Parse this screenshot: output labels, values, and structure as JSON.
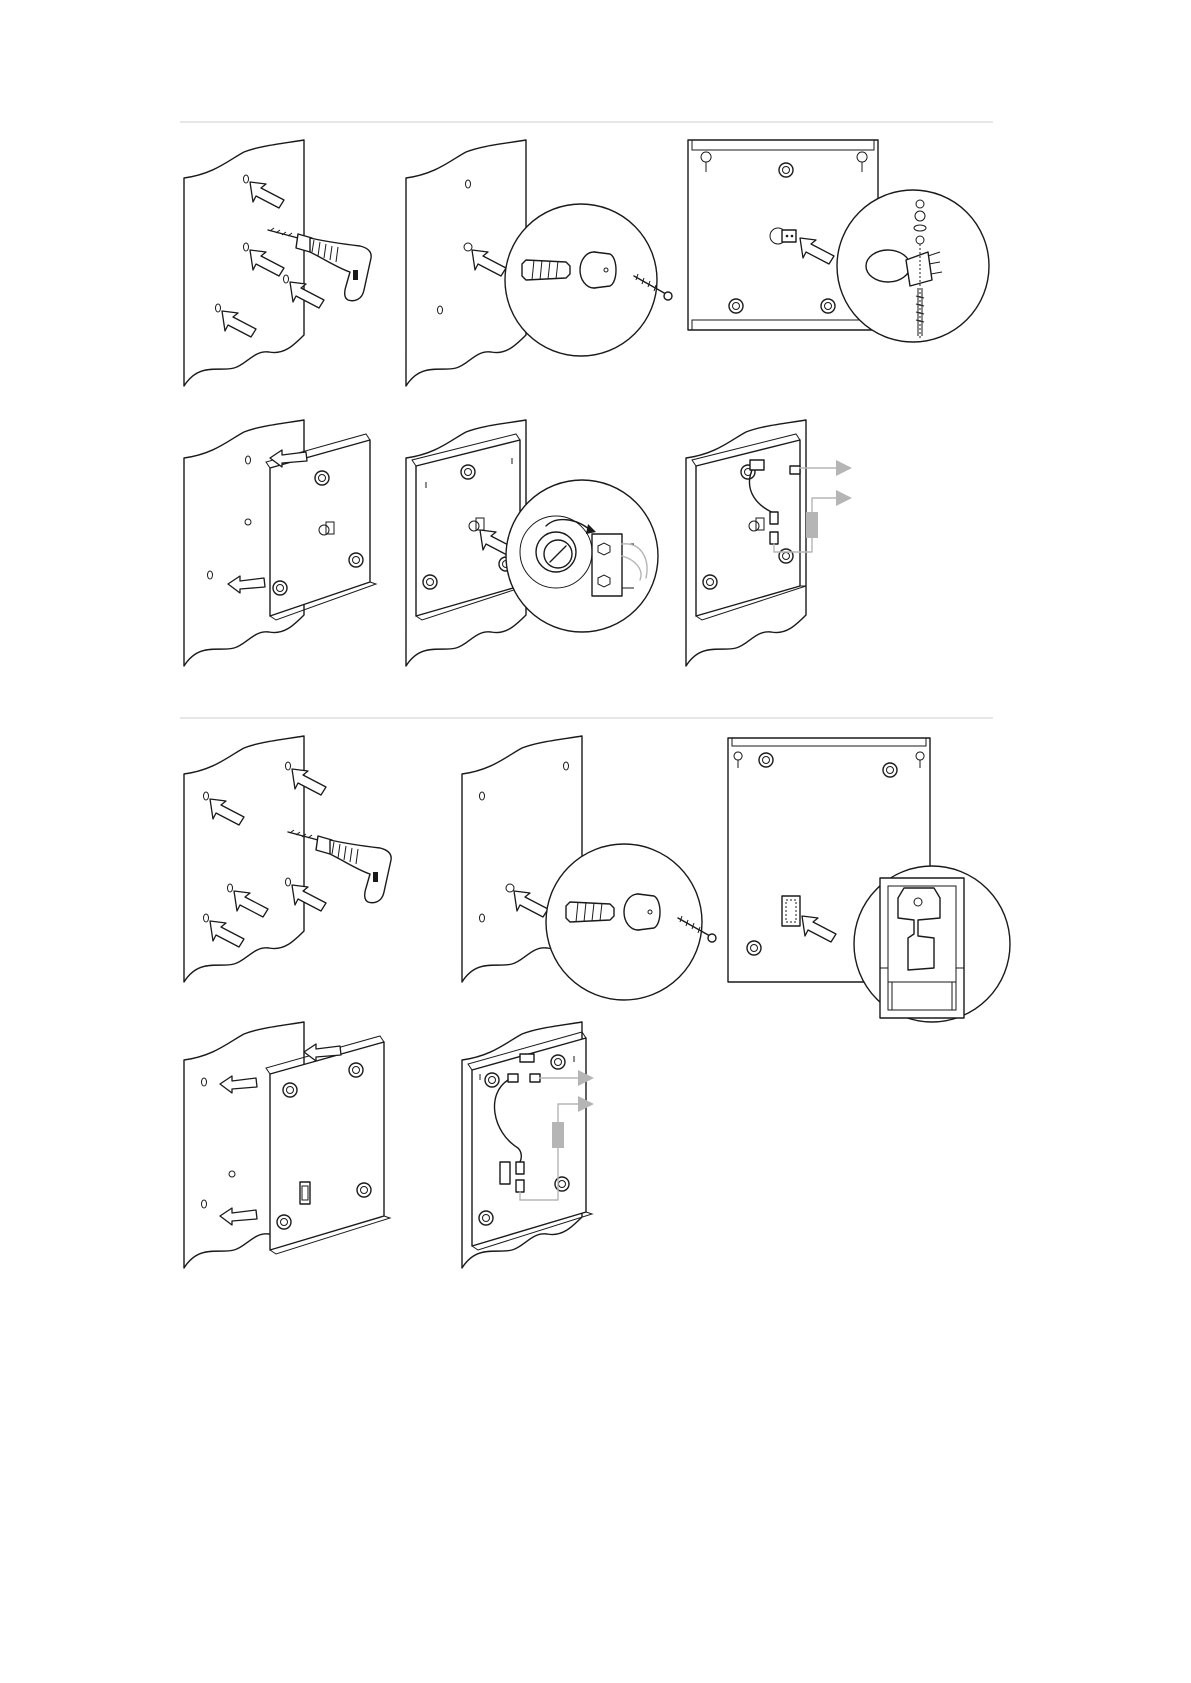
{
  "page": {
    "background": "#ffffff"
  },
  "colors": {
    "line": "#1a1a1a",
    "cable": "#b5b5b5",
    "rule": "#cfcfcf"
  },
  "sections": [
    {
      "name": "tamper-kit-small-enclosure",
      "steps": [
        "drill-holes",
        "insert-plugs",
        "fit-tamper-switch",
        "mount-enclosure",
        "adjust-tamper",
        "wire-tamper"
      ]
    },
    {
      "name": "tamper-kit-large-enclosure",
      "steps": [
        "drill-holes",
        "insert-plugs",
        "fit-tamper-switch",
        "mount-enclosure",
        "wire-tamper"
      ]
    }
  ],
  "icons": [
    "wall-panel-icon",
    "drill-icon",
    "wall-plug-icon",
    "spacer-icon",
    "screw-icon",
    "tamper-switch-icon",
    "enclosure-backplate-icon",
    "cable-icon",
    "arrow-icon"
  ]
}
